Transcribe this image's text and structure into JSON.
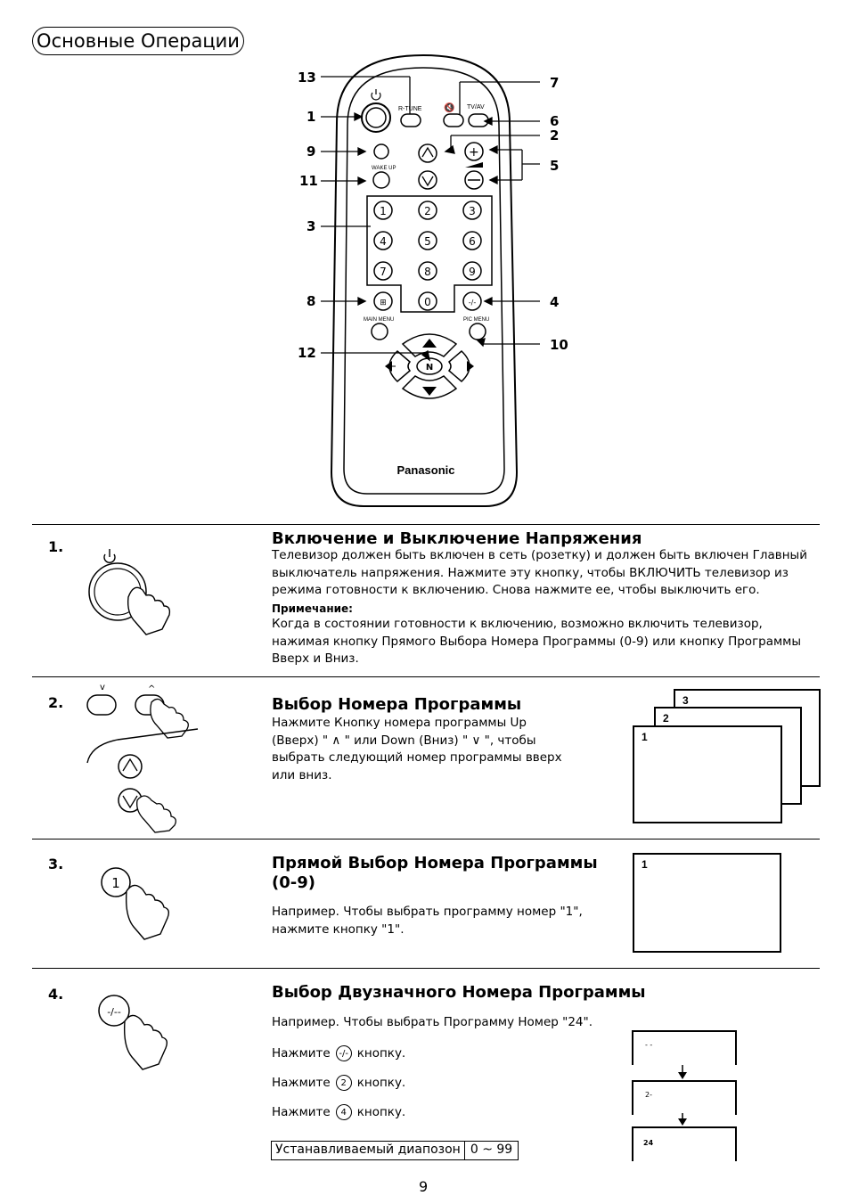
{
  "page_title": "Основные Операции",
  "remote": {
    "brand": "Panasonic",
    "labels": {
      "r_tune": "R-TUNE",
      "tv_av": "TV/AV",
      "wake_up": "WAKE UP",
      "main_menu": "MAIN MENU",
      "pic_menu": "PIC MENU",
      "n": "N",
      "zero": "0",
      "minus": "-/-",
      "digits": [
        "1",
        "2",
        "3",
        "4",
        "5",
        "6",
        "7",
        "8",
        "9"
      ]
    },
    "callouts": {
      "c13": "13",
      "c1": "1",
      "c9": "9",
      "c11": "11",
      "c3": "3",
      "c8": "8",
      "c12": "12",
      "c7": "7",
      "c6": "6",
      "c2": "2",
      "c5": "5",
      "c4": "4",
      "c10": "10"
    }
  },
  "sections": [
    {
      "number": "1.",
      "heading": "Включение и Выключение Напряжения",
      "body": "Телевизор должен быть включен в сеть (розетку) и должен быть включен Главный выключатель напряжения. Нажмите эту кнопку, чтобы ВКЛЮЧИТЬ телевизор из режима готовности к включению. Снова нажмите ее, чтобы выключить его.",
      "note_label": "Примечание:",
      "note": "Когда в состоянии готовности к включению, возможно включить телевизор, нажимая кнопку Прямого Выбора Номера Программы (0-9) или кнопку Программы Вверх и Вниз."
    },
    {
      "number": "2.",
      "heading": "Выбор Номера Программы",
      "body": "Нажмите Кнопку номера программы Up (Вверх) \" ∧ \" или Down (Вниз) \" ∨ \", чтобы выбрать следующий номер программы вверх или вниз.",
      "btn_down": "v",
      "btn_up": "^",
      "screens": [
        "3",
        "2",
        "1"
      ]
    },
    {
      "number": "3.",
      "heading": "Прямой Выбор Номера Программы (0-9)",
      "body": "Например. Чтобы выбрать программу номер \"1\", нажмите кнопку \"1\".",
      "button": "1",
      "screen": "1"
    },
    {
      "number": "4.",
      "heading": "Выбор Двузначного Номера Программы",
      "body": "Например. Чтобы выбрать Программу Номер \"24\".",
      "button": "-/--",
      "press_word": "Нажмите",
      "press_suffix": "кнопку.",
      "press_buttons": [
        "-/-",
        "2",
        "4"
      ],
      "screens": [
        "- -",
        "2-",
        "24"
      ],
      "range_label": "Устанавливаемый диапозон",
      "range_value": "0 ~ 99"
    }
  ],
  "page_number": "9"
}
